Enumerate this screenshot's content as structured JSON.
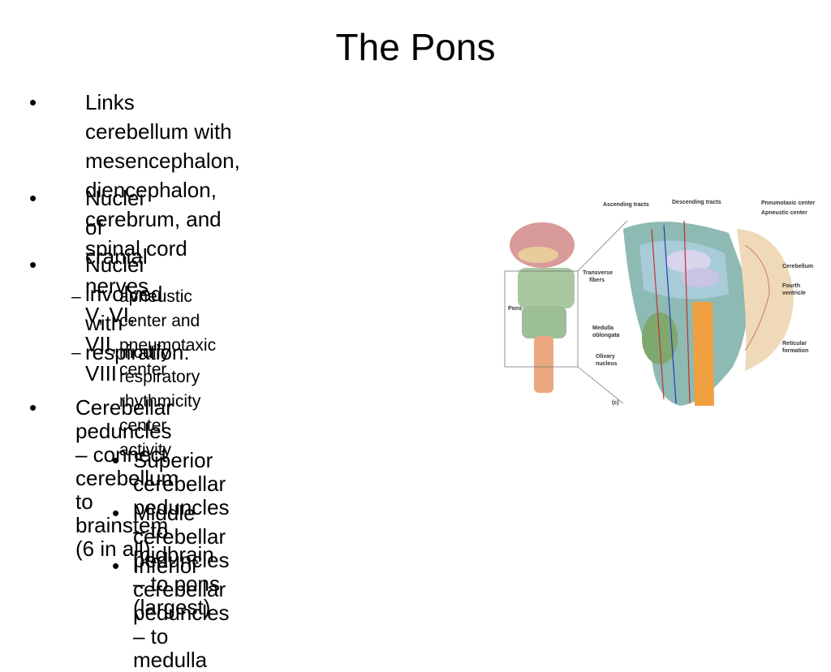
{
  "slide": {
    "title": "The Pons",
    "bullets": [
      {
        "marker": "•",
        "lines": [
          "Links cerebellum with",
          "mesencephalon, diencephalon,",
          "cerebrum, and spinal cord"
        ]
      },
      {
        "marker": "•",
        "lines": [
          "Nuclei of cranial nerves V, VI, VII,",
          "VIII"
        ]
      },
      {
        "marker": "•",
        "lines": [
          "Nuclei involved with respiration:"
        ]
      },
      {
        "marker": "–",
        "lines": [
          "apneustic center and pneumotaxic",
          "center"
        ]
      },
      {
        "marker": "–",
        "lines": [
          "modify respiratory rhythmicity",
          "center activity"
        ]
      },
      {
        "marker": "•",
        "lines": [
          "Cerebellar peduncles – connect",
          "cerebellum to brainstem (6 in all)"
        ]
      },
      {
        "marker": "•",
        "lines": [
          "Superior cerebellar peduncles",
          "– to midbrain"
        ]
      },
      {
        "marker": "•",
        "lines": [
          "Middle cerebellar peduncles",
          "– to pons (largest)"
        ]
      },
      {
        "marker": "•",
        "lines": [
          "Inferior cerebellar peduncles",
          "– to medulla"
        ]
      }
    ]
  },
  "figure": {
    "labels": {
      "ascending": "Ascending tracts",
      "descending": "Descending tracts",
      "pneumotaxic": "Pneumotaxic center",
      "apneustic": "Apneustic center",
      "transverse1": "Transverse",
      "transverse2": "fibers",
      "cerebellum": "Cerebellum",
      "fourth1": "Fourth",
      "fourth2": "ventricle",
      "pons": "Pons",
      "medulla1": "Medulla",
      "medulla2": "oblongata",
      "reticular1": "Reticular",
      "reticular2": "formation",
      "olivary1": "Olivary",
      "olivary2": "nucleus",
      "panel": "(c)"
    }
  }
}
